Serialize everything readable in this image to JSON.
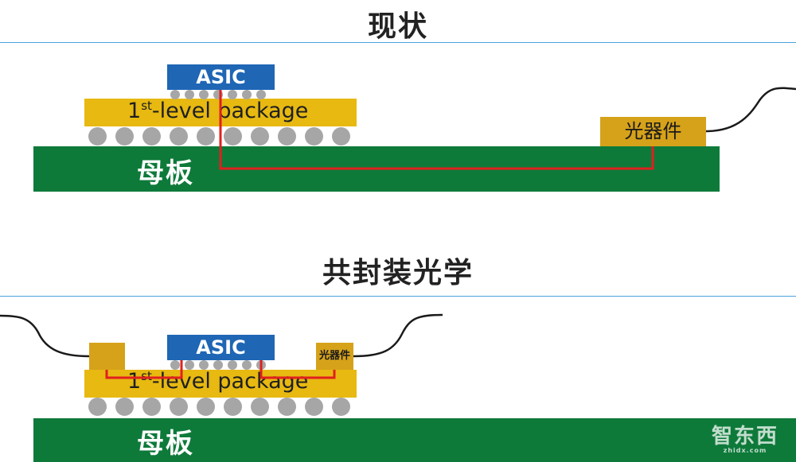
{
  "top": {
    "title": "现状",
    "asic_label": "ASIC",
    "package_label_num": "1",
    "package_label_sup": "st",
    "package_label_rest": "-level package",
    "optic_label": "光器件",
    "board_label": "母板"
  },
  "bottom": {
    "title": "共封装光学",
    "asic_label": "ASIC",
    "package_label_num": "1",
    "package_label_sup": "st",
    "package_label_rest": "-level package",
    "optic_label": "光器件",
    "board_label": "母板"
  },
  "watermark": {
    "text": "智东西",
    "sub": "zhidx.com"
  },
  "colors": {
    "board": "#0e7a3a",
    "package": "#e7b911",
    "asic": "#1f66b5",
    "optic": "#d6a21a",
    "trace": "#e0201e",
    "ball": "#a6a6a6",
    "divider": "#4aa3df"
  }
}
